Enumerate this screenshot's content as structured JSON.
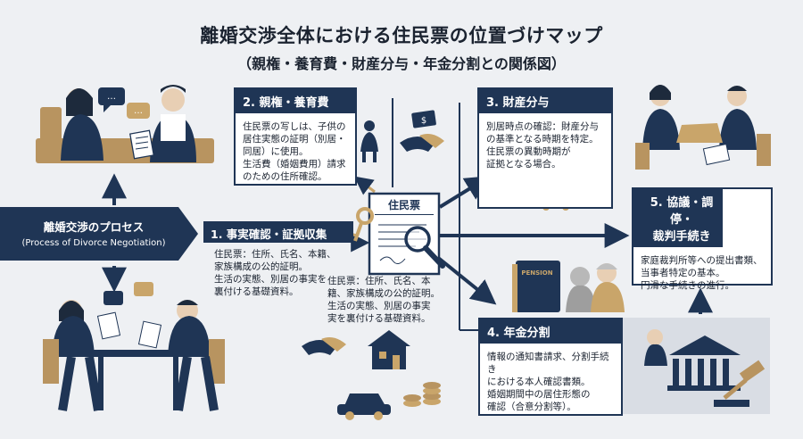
{
  "title": "離婚交渉全体における住民票の位置づけマップ",
  "subtitle": "（親権・養育費・財産分与・年金分割との関係図）",
  "process": {
    "label": "離婚交渉のプロセス",
    "label_en": "(Process of Divorce Negotiation)"
  },
  "step1": {
    "title": "1. 事実確認・証拠収集",
    "body": "住民票：住所、氏名、本籍、\n家族構成の公的証明。\n生活の実態、別居の事実を\n裏付ける基礎資料。"
  },
  "center_doc": {
    "label": "住民票",
    "body": "住民票：住所、氏名、本\n籍、家族構成の公的証明。\n生活の実態、別居の事実\n実を裏付ける基礎資料。"
  },
  "card2": {
    "title": "2. 親権・養育費",
    "body": "住民票の写しは、子供の\n居住実態の証明（別居・\n同居）に使用。\n生活費（婚姻費用）請求\nのための住所確認。"
  },
  "card3": {
    "title": "3. 財産分与",
    "body": "別居時点の確認：財産分与\nの基準となる時期を特定。\n住民票の異動時期が\n証拠となる場合。"
  },
  "card4": {
    "title": "4. 年金分割",
    "body": "情報の通知書請求、分割手続き\nにおける本人確認書類。\n婚姻期間中の居住形態の\n確認（合意分割等）。"
  },
  "card5": {
    "title": "5. 協議・調停・\n裁判手続き",
    "body": "家庭裁判所等への提出書類、\n当事者特定の基本。\n円滑な手続きの進行。"
  },
  "pension_label": "PENSION",
  "icons": [
    "handshake-icon",
    "house-icon",
    "car-icon",
    "coins-icon",
    "key-icon",
    "magnifier-icon",
    "courthouse-icon",
    "gavel-icon",
    "pension-book-icon",
    "child-icon",
    "money-icon",
    "chat-icon",
    "document-icon"
  ],
  "colors": {
    "navy": "#1f3555",
    "gold": "#c9a56a",
    "bg": "#eef0f3",
    "skin": "#e8cfb4"
  }
}
